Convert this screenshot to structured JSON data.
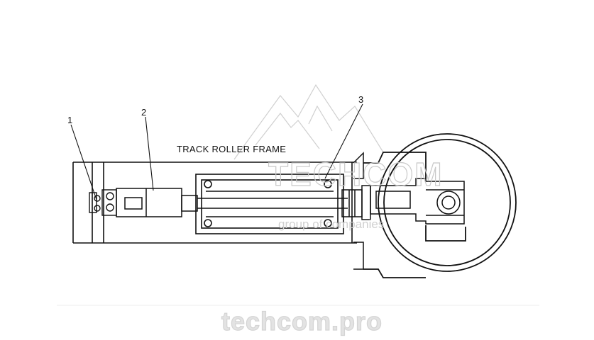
{
  "diagram": {
    "frame_label": "TRACK ROLLER FRAME",
    "callouts": [
      {
        "id": "1",
        "label": "1"
      },
      {
        "id": "2",
        "label": "2"
      },
      {
        "id": "3",
        "label": "3"
      }
    ]
  },
  "watermark": {
    "brand": "TECHCOM",
    "subtitle": "group of companies",
    "url": "techcom.pro"
  },
  "colors": {
    "line": "#111111",
    "watermark": "#c9c9c9"
  }
}
